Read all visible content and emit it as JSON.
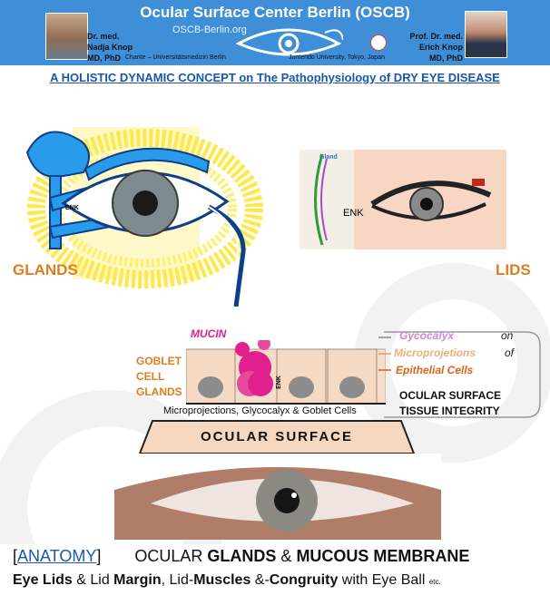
{
  "header": {
    "title": "Ocular Surface Center Berlin (OSCB)",
    "url": "OSCB-Berlin.org",
    "left_doctor": {
      "line1": "Dr. med.",
      "line2": "Nadja Knop",
      "line3": "MD, PhD",
      "affiliation": "Charite – Universitätsmedizin Berlin"
    },
    "right_doctor": {
      "line1": "Prof. Dr. med.",
      "line2": "Erich Knop",
      "line3": "MD, PhD",
      "affiliation": "Juntendo University, Tokyo, Japan"
    }
  },
  "subtitle": "A HOLISTIC DYNAMIC CONCEPT on The Pathophysiology of DRY EYE DISEASE",
  "diagram": {
    "glands_label": "GLANDS",
    "lids_label": "LIDS",
    "enk_label": "ENK",
    "gland_small_label": "Gland",
    "mucin_label": "MUCIN",
    "goblet_label": [
      "GOBLET",
      "CELL",
      "GLANDS"
    ],
    "glycocalyx_label": "Gycocalyx",
    "microprojections_label": "Microprojetions",
    "epithelial_label": "Epithelial Cells",
    "on_label": "on",
    "of_label": "of",
    "integrity_label": [
      "OCULAR SURFACE",
      "TISSUE INTEGRITY"
    ],
    "micro_bottom_label": "Microprojections, Glycocalyx & Goblet Cells",
    "surface_label": "OCULAR  SURFACE"
  },
  "bottom": {
    "line1": {
      "bracket_open": "[",
      "anatomy": "ANATOMY",
      "bracket_close": "]",
      "t1": "OCULAR ",
      "glands": "GLANDS",
      "t2": "  &  ",
      "mucous": "MUCOUS MEMBRANE"
    },
    "line2": {
      "eyelids": "Eye Lids",
      "t1": " & Lid ",
      "margin": "Margin",
      "t2": ", Lid-",
      "muscles": "Muscles",
      "t3": " &-",
      "congruity": "Congruity",
      "t4": " with Eye Ball ",
      "etc": "etc."
    }
  },
  "colors": {
    "header_blue": "#3f8fd8",
    "subtitle_blue": "#1a57a8",
    "gland_blue": "#2a9bea",
    "orange": "#e07c21",
    "mucin_pink": "#e0208c"
  }
}
